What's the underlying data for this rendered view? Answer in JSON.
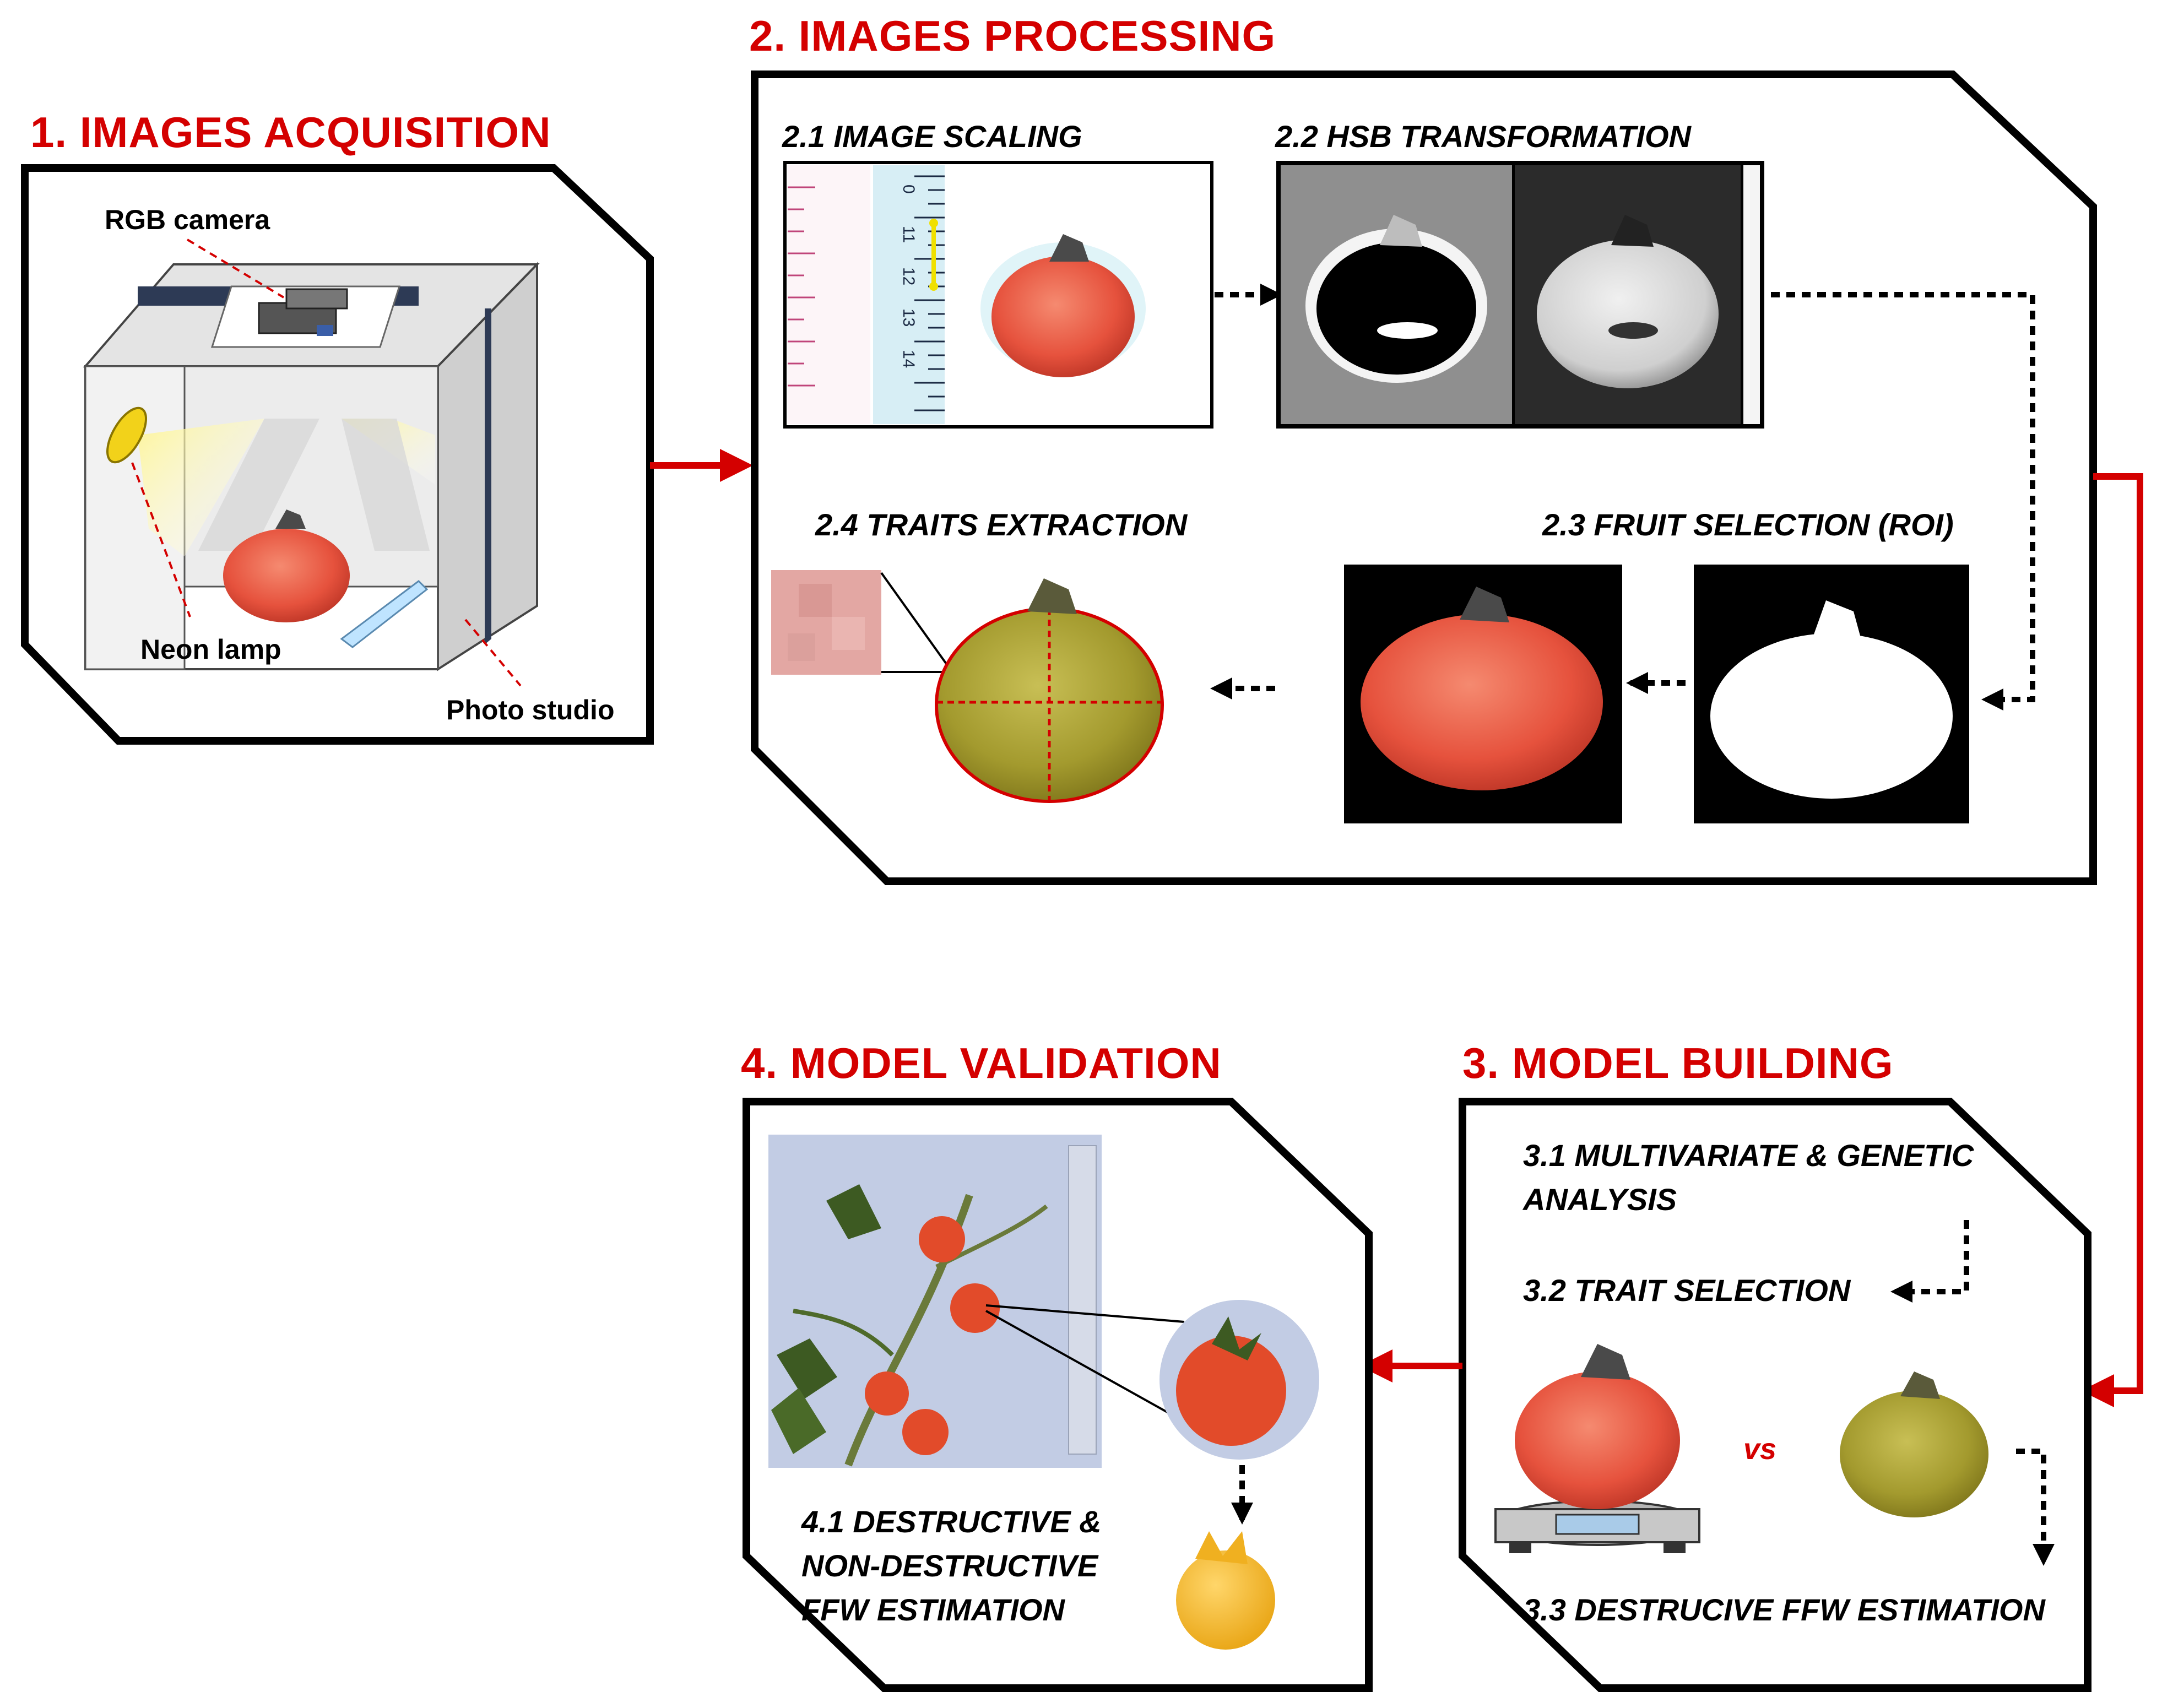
{
  "colors": {
    "accent_red": "#d40000",
    "tomato": "#ea5a45",
    "segmented_yellow": "#a8a030",
    "lamp_yellow": "#f2d21a",
    "box_border": "#000000"
  },
  "sections": {
    "acquisition": {
      "title": "1. IMAGES ACQUISITION",
      "labels": {
        "camera": "RGB camera",
        "lamp": "Neon lamp",
        "studio": "Photo studio"
      }
    },
    "processing": {
      "title": "2. IMAGES PROCESSING",
      "steps": {
        "scaling": "2.1 IMAGE SCALING",
        "hsb": "2.2 HSB TRANSFORMATION",
        "roi": "2.3 FRUIT SELECTION (ROI)",
        "traits": "2.4 TRAITS EXTRACTION"
      },
      "ruler_ticks": [
        "0",
        "11",
        "12",
        "13",
        "14"
      ]
    },
    "building": {
      "title": "3. MODEL BUILDING",
      "steps": {
        "multivariate_line1": "3.1 MULTIVARIATE & GENETIC",
        "multivariate_line2": "ANALYSIS",
        "trait_selection": "3.2 TRAIT SELECTION",
        "destructive": "3.3 DESTRUCIVE FFW ESTIMATION"
      },
      "vs": "vs"
    },
    "validation": {
      "title": "4. MODEL VALIDATION",
      "steps": {
        "line1": "4.1 DESTRUCTIVE &",
        "line2": "NON-DESTRUCTIVE",
        "line3": "FFW ESTIMATION"
      }
    }
  },
  "icons": [
    "camera-icon",
    "neon-lamp-icon",
    "photo-studio-icon",
    "ruler-icon",
    "tomato-icon",
    "scale-icon",
    "arrow-icon"
  ]
}
